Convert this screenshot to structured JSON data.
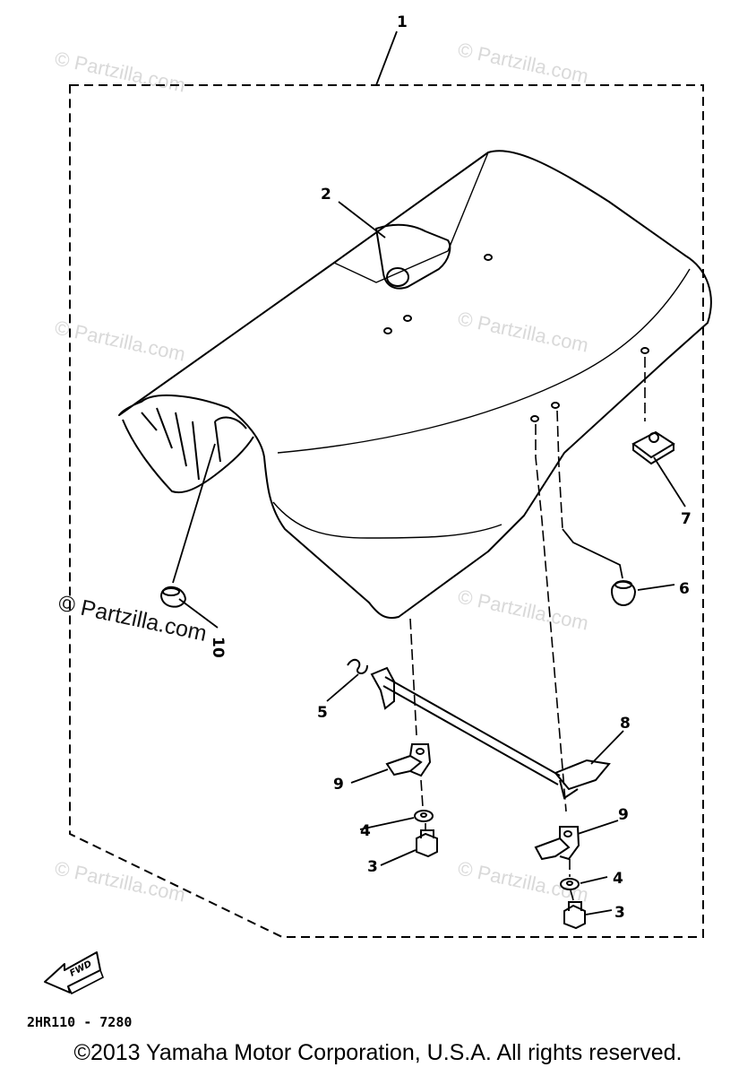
{
  "callouts": {
    "c1": "1",
    "c2": "2",
    "c3a": "3",
    "c3b": "3",
    "c4a": "4",
    "c4b": "4",
    "c5": "5",
    "c6": "6",
    "c7": "7",
    "c8": "8",
    "c9a": "9",
    "c9b": "9",
    "c10": "10"
  },
  "watermark": {
    "text": "© Partzilla.com"
  },
  "fwd_label": "FWD",
  "diagram_code": "2HR110 - 7280",
  "copyright": "©2013 Yamaha Motor Corporation, U.S.A. All rights reserved."
}
